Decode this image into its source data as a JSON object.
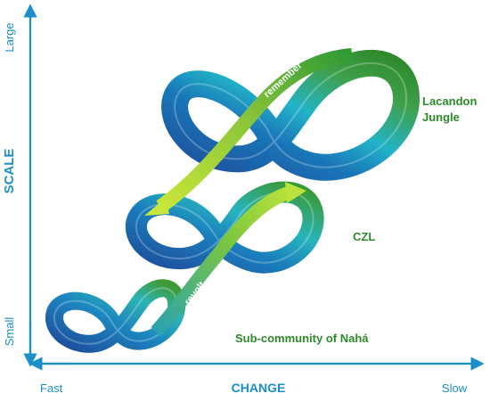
{
  "axes": {
    "y_title": "SCALE",
    "y_top": "Large",
    "y_bottom": "Small",
    "x_title": "CHANGE",
    "x_left": "Fast",
    "x_right": "Slow"
  },
  "loops": {
    "large": {
      "line1": "Lacandon",
      "line2": "Jungle"
    },
    "medium": {
      "label": "CZL"
    },
    "small": {
      "label": "Sub-community of Nahá"
    }
  },
  "arrows": {
    "remember": "remember",
    "revolt": "revolt"
  },
  "colors": {
    "axis": "#1b8fc9",
    "axis_text": "#1b8fc9",
    "loop_label": "#2d8a2a",
    "dark_blue": "#1d4e9c",
    "teal": "#22b3c8",
    "green": "#3f9a2e",
    "lime": "#a6d62a"
  }
}
